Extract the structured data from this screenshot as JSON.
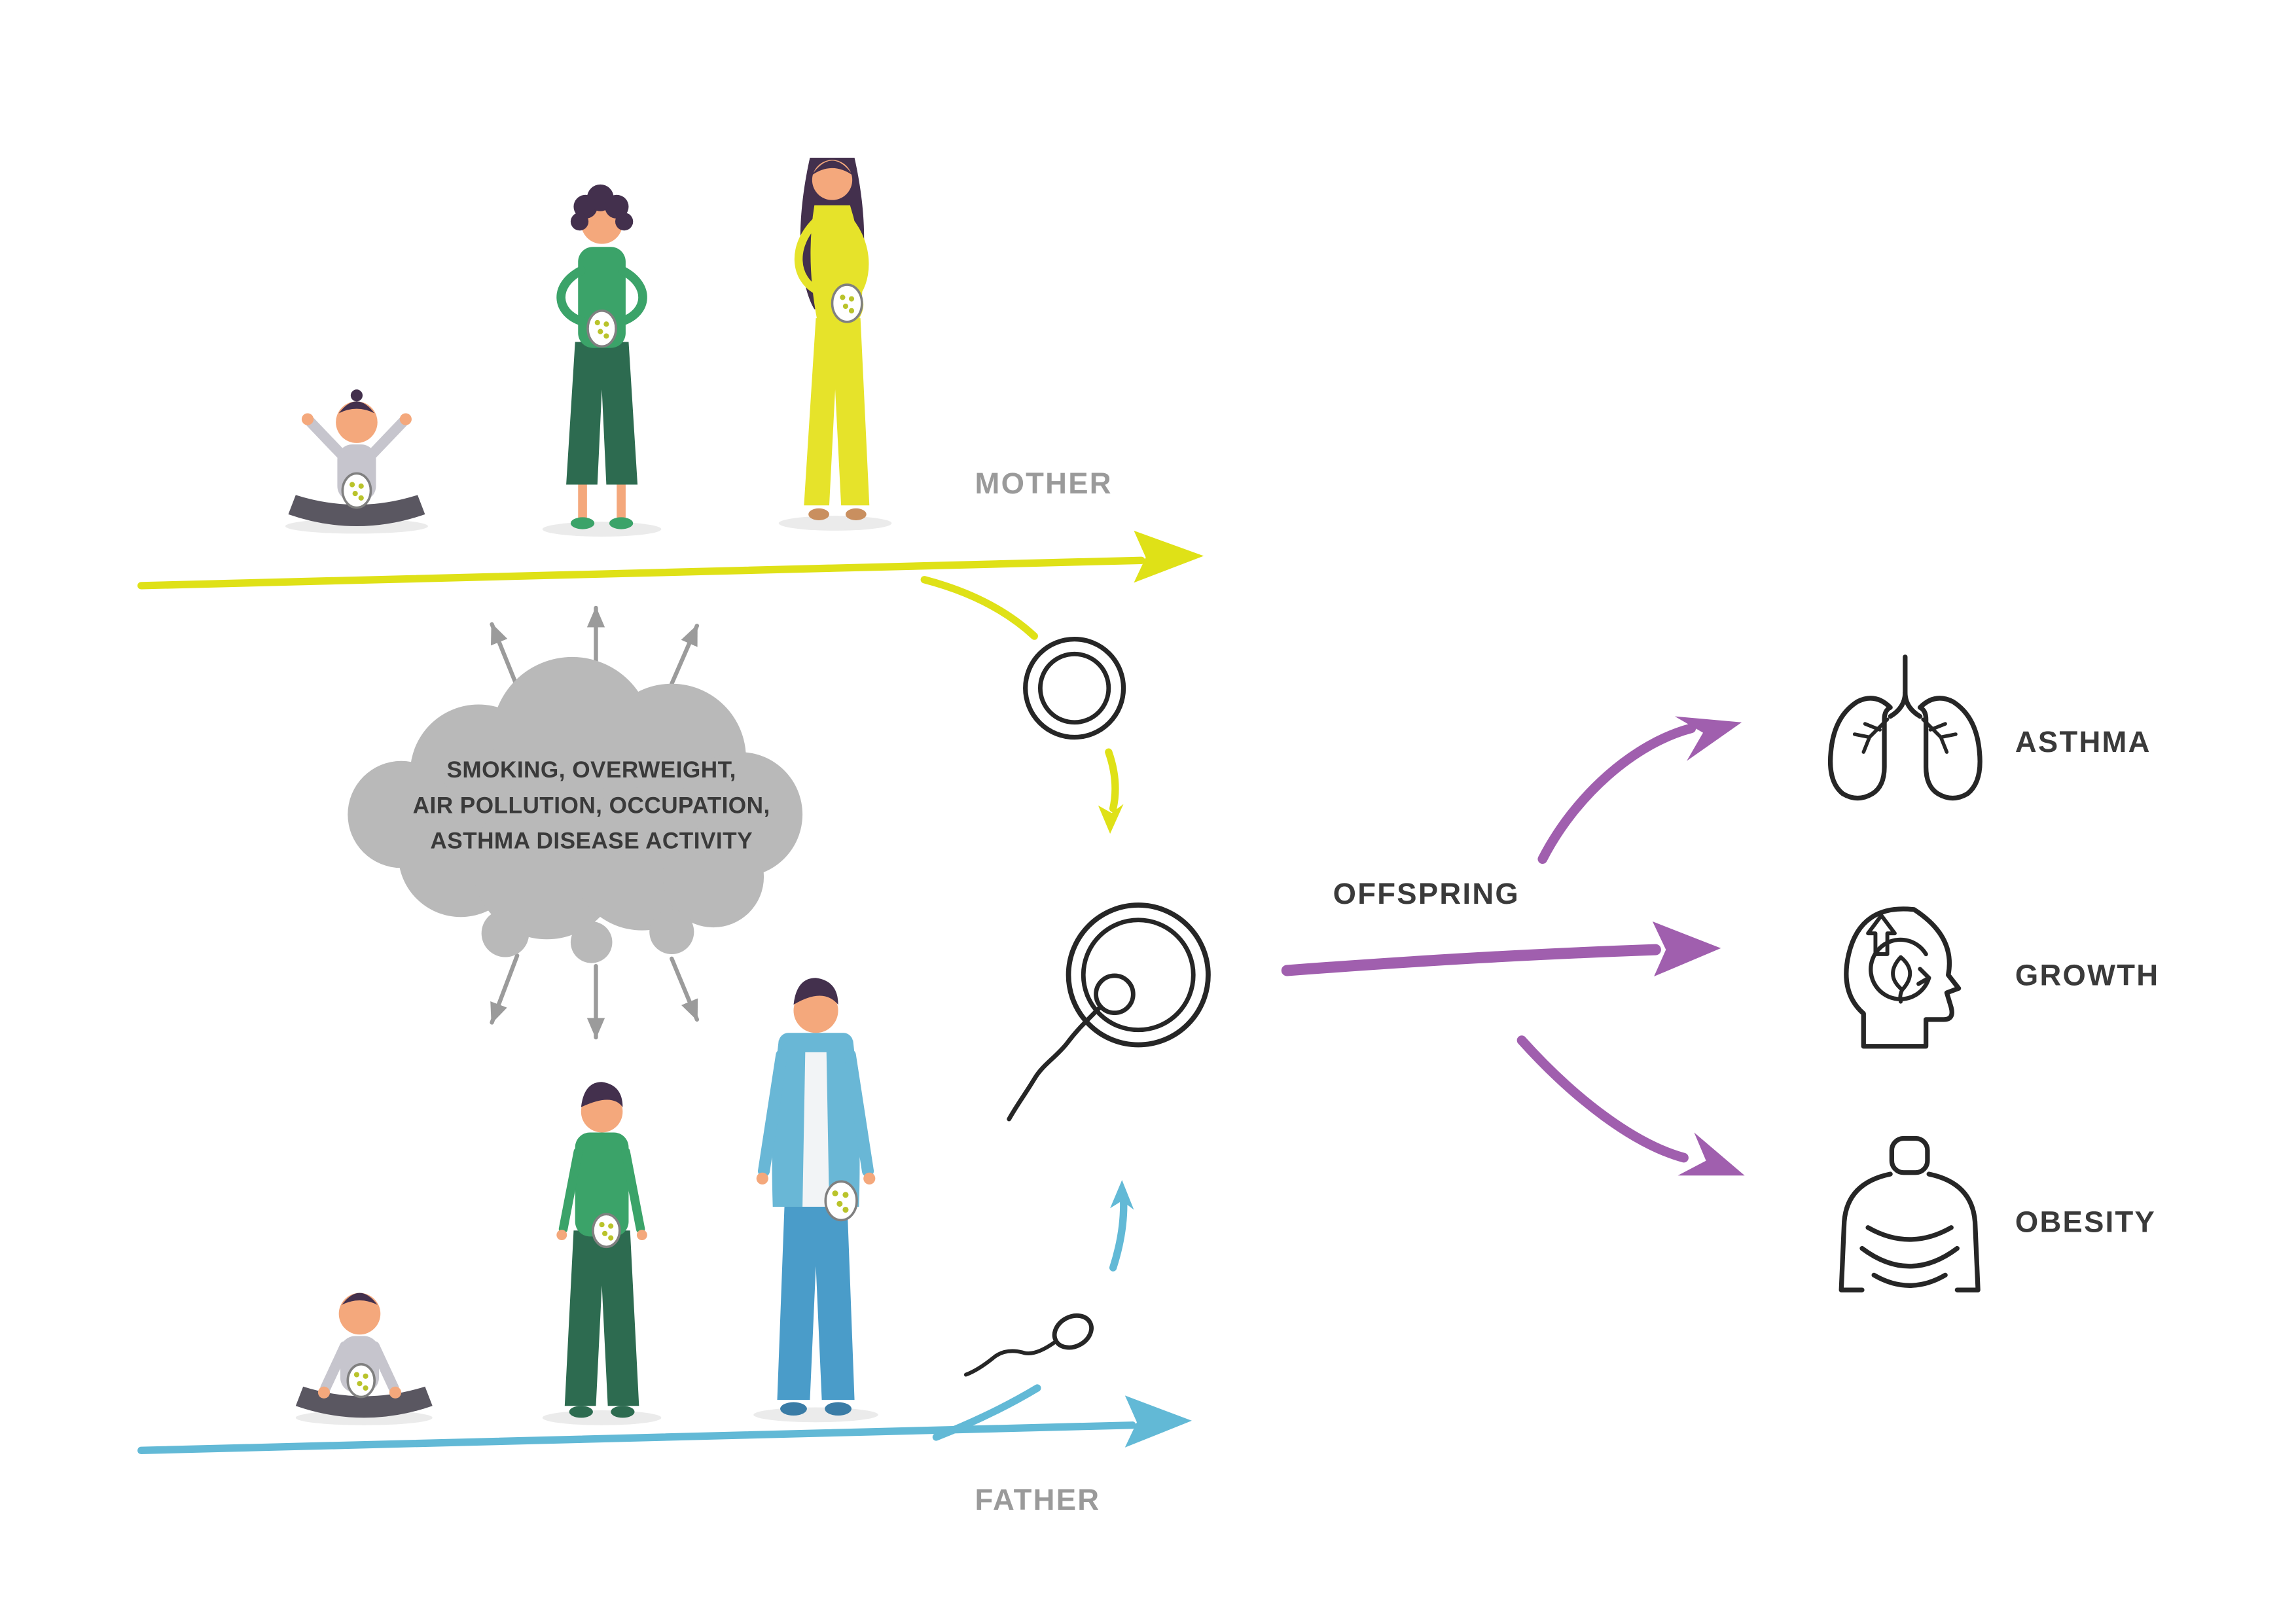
{
  "labels": {
    "mother": "MOTHER",
    "father": "FATHER",
    "offspring": "OFFSPRING",
    "asthma": "ASTHMA",
    "growth": "GROWTH",
    "obesity": "OBESITY"
  },
  "cloud": {
    "line1": "SMOKING, OVERWEIGHT,",
    "line2": "AIR POLLUTION, OCCUPATION,",
    "line3": "ASTHMA DISEASE ACTIVITY"
  },
  "icons": {
    "egg": "egg-cell-icon",
    "fertilization": "fertilized-egg-icon",
    "sperm": "sperm-icon",
    "asthma": "lungs-icon",
    "growth": "head-growth-icon",
    "obesity": "obese-body-icon",
    "epigenetic_mark": "cell-badge-icon"
  },
  "colors": {
    "mother_yellow": "#dfe117",
    "mother_dress": "#e6e32a",
    "father_blue": "#62b9d6",
    "offspring_purple": "#a05fae",
    "cloud_gray": "#b9b9b9",
    "arrow_gray": "#9b9b9b",
    "text_gray": "#9a9a9a",
    "text_dark": "#3a3a3a",
    "icon_outline": "#262626",
    "skin": "#f4a87c",
    "hair": "#43304d",
    "green": "#3ba369",
    "green_dark": "#2d6b50",
    "baby_gray": "#c6c5cd",
    "baby_dark": "#5a5761",
    "man_jacket": "#69b7d6",
    "man_jeans": "#4a9cc9",
    "man_shoe": "#3a7ca6",
    "badge_dot": "#b9c32b"
  }
}
